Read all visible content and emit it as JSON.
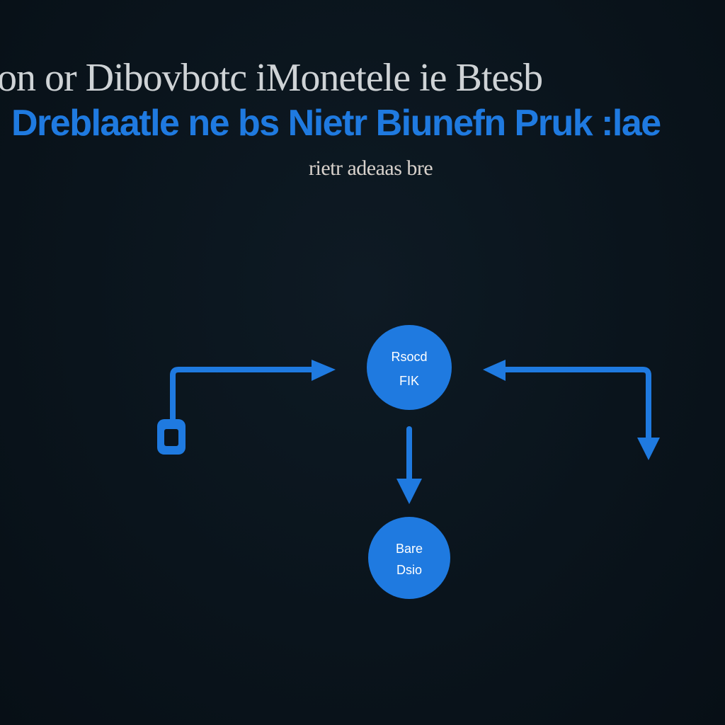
{
  "title": {
    "line1": "on or Dibovbotc iMonetele ie Btesb",
    "line2": "Dreblaatle ne bs Nietr Biunefn Pruk :lae",
    "subtitle": "rietr adeaas bre"
  },
  "nodes": {
    "top": {
      "line1": "Rsocd",
      "line2": "FIK"
    },
    "bottom": {
      "line1": "Bare",
      "line2": "Dsio"
    }
  },
  "colors": {
    "accent": "#1f7ae0",
    "background": "#0a141c",
    "title_text": "#cfd3d6"
  },
  "icons": {
    "left_end": "plug-icon"
  }
}
